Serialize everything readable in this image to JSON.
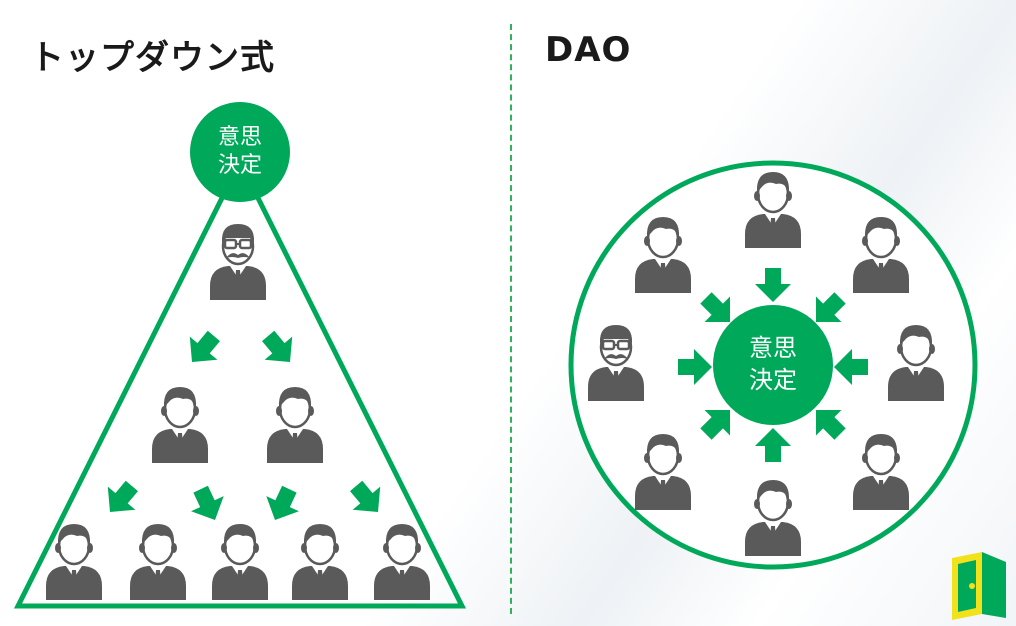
{
  "left_panel": {
    "title": "トップダウン式",
    "decision_label": "意思\n決定"
  },
  "right_panel": {
    "title": "DAO",
    "decision_label": "意思\n決定"
  },
  "colors": {
    "accent": "#00a85a",
    "figure": "#5a5a5a",
    "shirt": "#ffffff"
  },
  "icons": {
    "person": "person-icon",
    "leader": "leader-person-icon",
    "arrow": "green-arrow-icon",
    "logo": "brand-logo-icon"
  }
}
